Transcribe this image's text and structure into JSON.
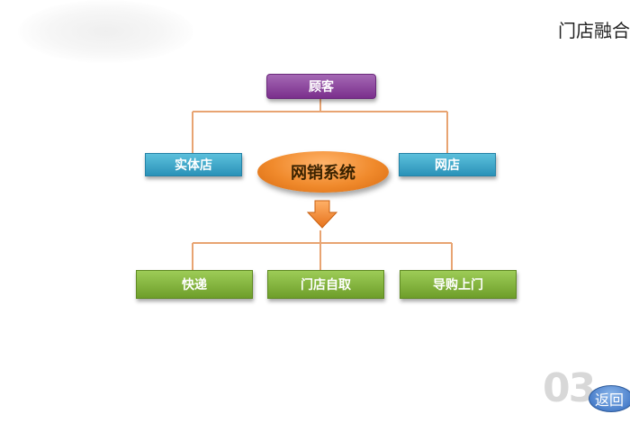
{
  "header": {
    "title": "门店融合"
  },
  "diagram": {
    "top_node": "顾客",
    "left_node": "实体店",
    "right_node": "网店",
    "center_node": "网销系统",
    "bottom_nodes": [
      "快递",
      "门店自取",
      "导购上门"
    ],
    "colors": {
      "purple": "#7a2f8c",
      "cyan": "#2a92b8",
      "orange": "#f08a2c",
      "green": "#6e9e2a",
      "connector": "#e8a472"
    }
  },
  "footer": {
    "watermark": "03",
    "back_label": "返回"
  }
}
